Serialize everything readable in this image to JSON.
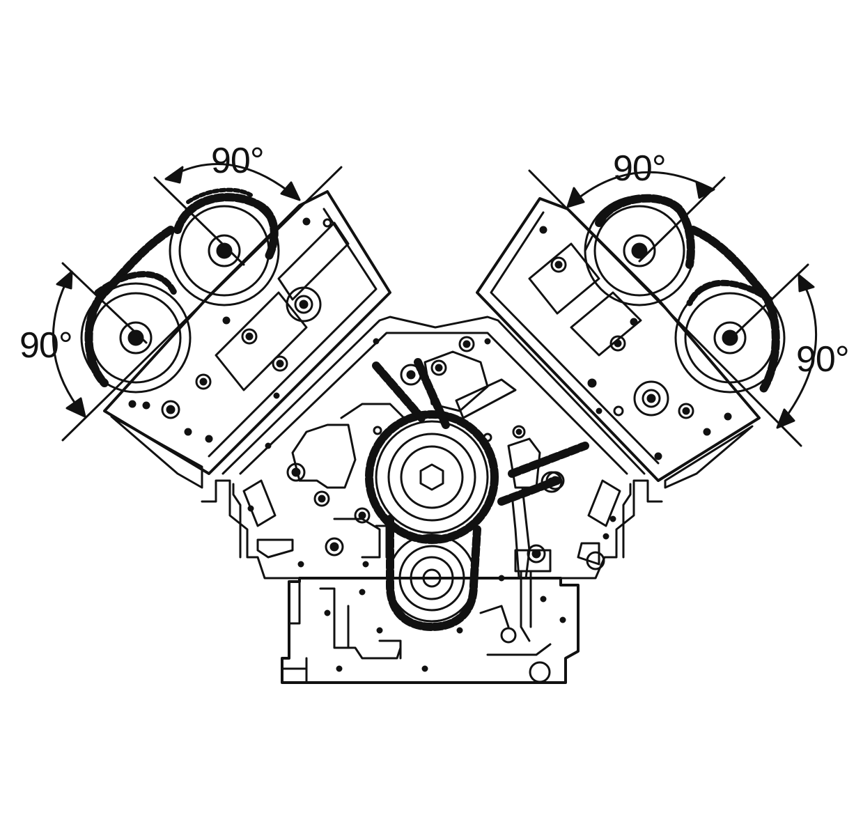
{
  "colors": {
    "ink": "#111111",
    "paper": "#ffffff"
  },
  "angle_labels": {
    "top_left": "90°",
    "top_right": "90°",
    "left": "90°",
    "right": "90°"
  },
  "icons": {
    "camshaft_sprocket": "sprocket-icon",
    "crankshaft_sprocket": "sprocket-icon",
    "timing_chain": "chain-icon",
    "angle_arrow": "curved-double-arrow-icon"
  }
}
